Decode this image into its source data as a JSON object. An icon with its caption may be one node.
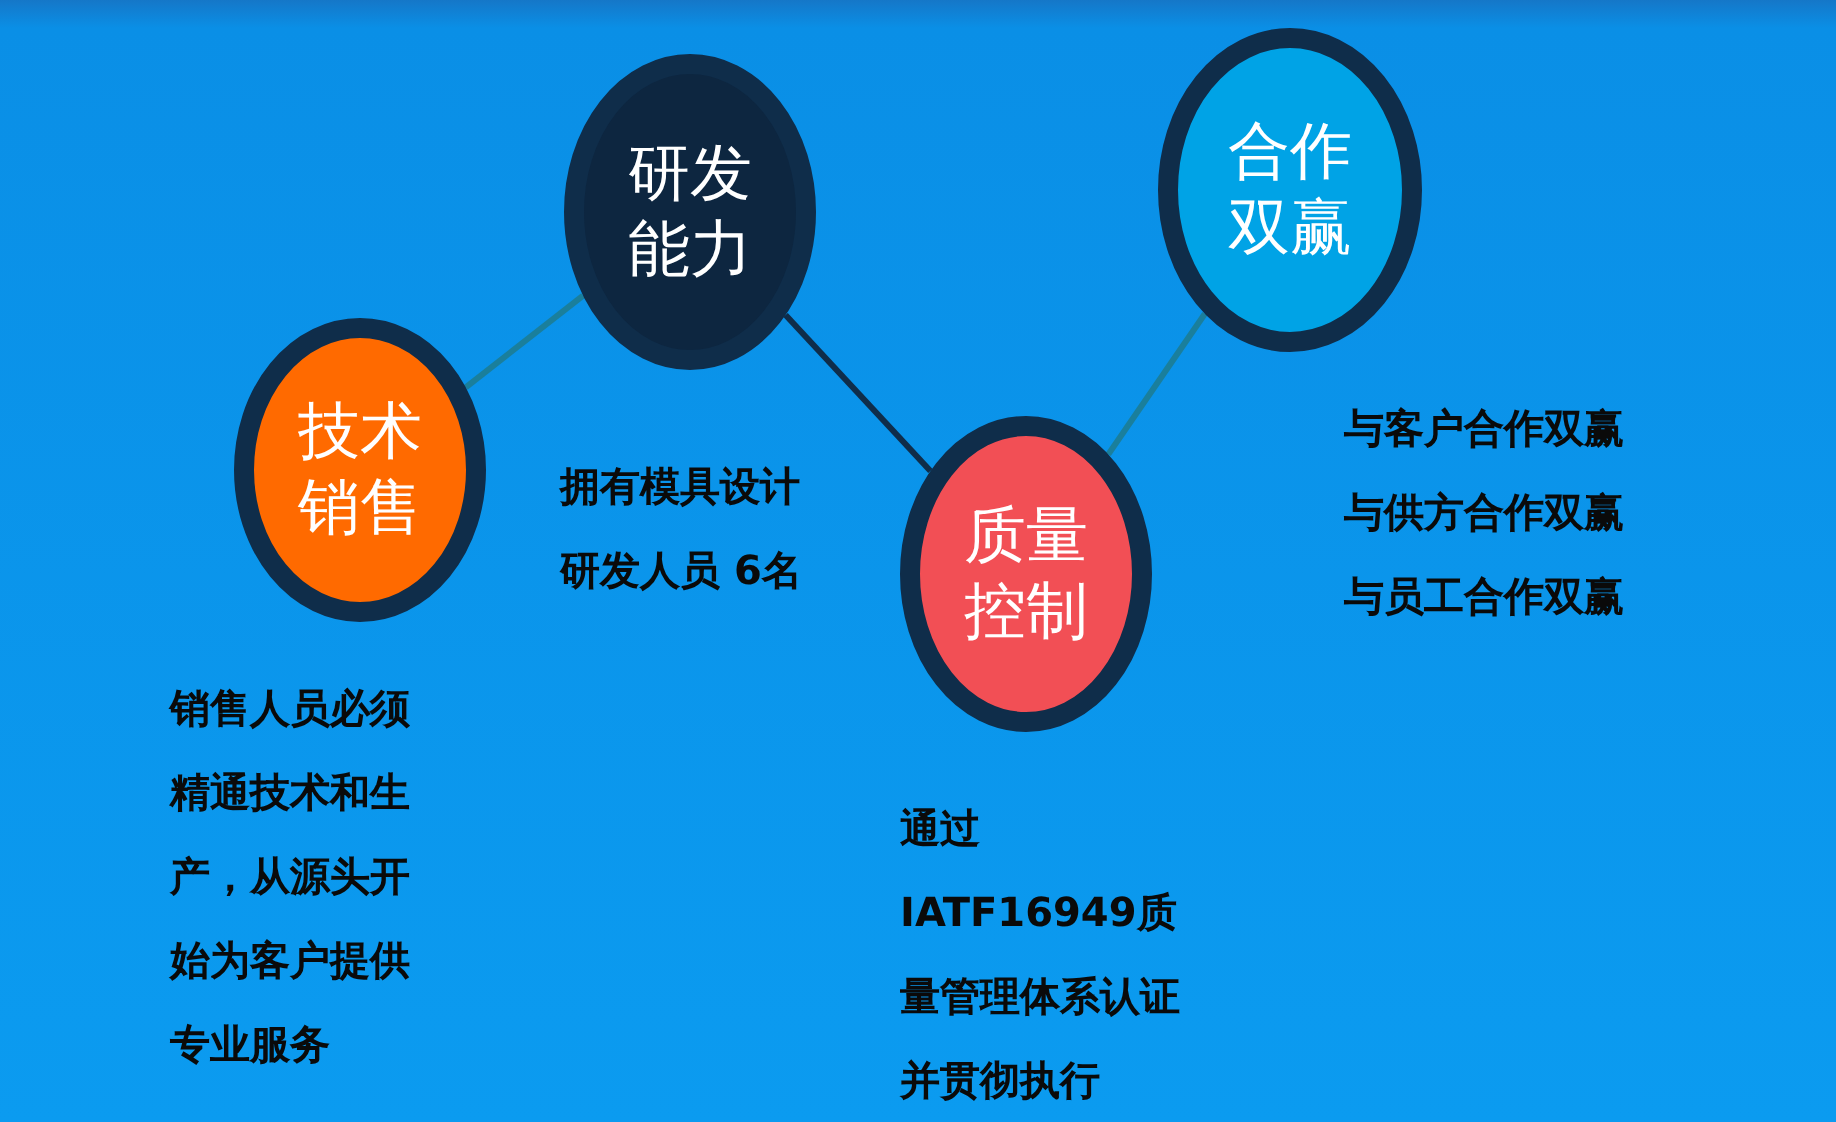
{
  "diagram": {
    "nodes": [
      {
        "text": [
          "技术销售"
        ],
        "beside": [
          "销售人员必须精通技术和生产，从源头开始为客户提供专业服务"
        ]
      },
      {
        "text": [
          "研发能力"
        ],
        "beside": [
          "拥有模具设计研发人员 6名"
        ]
      },
      {
        "text": [
          "质量控制"
        ],
        "beside": [
          "通过IATF16949质量管理体系认证并贯彻执行"
        ]
      },
      {
        "text": [
          "合作双赢"
        ],
        "beside": [
          "与客户合作双赢",
          "与供方合作双赢",
          "与员工合作双赢"
        ]
      }
    ],
    "edges": [
      {
        "from": 0,
        "to": 1,
        "arrow": "none"
      },
      {
        "from": 1,
        "to": 2,
        "arrow": "none",
        "color": "#0f2d4a"
      },
      {
        "from": 2,
        "to": 3,
        "arrow": "none"
      }
    ]
  }
}
